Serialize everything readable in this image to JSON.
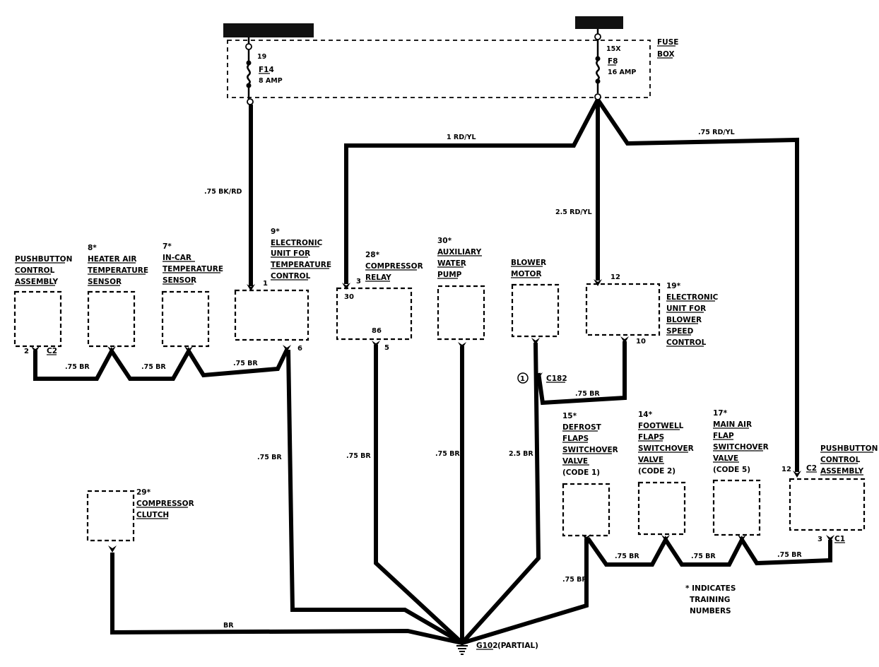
{
  "fuse_box": {
    "label_line1": "FUSE",
    "label_line2": "BOX",
    "left_fuse": {
      "terminal": "19",
      "name": "F14",
      "rating": "8 AMP"
    },
    "right_fuse": {
      "terminal": "15X",
      "name": "F8",
      "rating": "16 AMP"
    }
  },
  "wires": {
    "bk_rd": ".75 BK/RD",
    "rd_yl_1": "1 RD/YL",
    "rd_yl_075": ".75 RD/YL",
    "rd_yl_25": "2.5 RD/YL",
    "br_075": ".75 BR",
    "br_25": "2.5 BR",
    "br": "BR"
  },
  "components": {
    "pushbutton_left": {
      "line1": "PUSHBUTTON",
      "line2": "CONTROL",
      "line3": "ASSEMBLY",
      "pin": "2",
      "connector": "C2"
    },
    "heater_sensor": {
      "number": "8*",
      "line1": "HEATER AIR",
      "line2": "TEMPERATURE",
      "line3": "SENSOR"
    },
    "incar_sensor": {
      "number": "7*",
      "line1": "IN-CAR",
      "line2": "TEMPERATURE",
      "line3": "SENSOR"
    },
    "temp_unit": {
      "number": "9*",
      "line1": "ELECTRONIC",
      "line2": "UNIT FOR",
      "line3": "TEMPERATURE",
      "line4": "CONTROL",
      "pin_top": "1",
      "pin_bottom": "6"
    },
    "compressor_relay": {
      "number": "28*",
      "line1": "COMPRESSOR",
      "line2": "RELAY",
      "pin_top": "3",
      "inner_top": "30",
      "inner_bottom": "86",
      "pin_bottom": "5"
    },
    "water_pump": {
      "number": "30*",
      "line1": "AUXILIARY",
      "line2": "WATER",
      "line3": "PUMP"
    },
    "blower_motor": {
      "line1": "BLOWER",
      "line2": "MOTOR"
    },
    "blower_unit": {
      "number": "19*",
      "line1": "ELECTRONIC",
      "line2": "UNIT FOR",
      "line3": "BLOWER",
      "line4": "SPEED",
      "line5": "CONTROL",
      "pin_top": "12",
      "pin_bottom": "10"
    },
    "defrost_valve": {
      "number": "15*",
      "line1": "DEFROST",
      "line2": "FLAPS",
      "line3": "SWITCHOVER",
      "line4": "VALVE",
      "line5": "(CODE 1)"
    },
    "footwell_valve": {
      "number": "14*",
      "line1": "FOOTWELL",
      "line2": "FLAPS",
      "line3": "SWITCHOVER",
      "line4": "VALVE",
      "line5": "(CODE 2)"
    },
    "mainair_valve": {
      "number": "17*",
      "line1": "MAIN AIR",
      "line2": "FLAP",
      "line3": "SWITCHOVER",
      "line4": "VALVE",
      "line5": "(CODE 5)"
    },
    "pushbutton_right": {
      "line1": "PUSHBUTTON",
      "line2": "CONTROL",
      "line3": "ASSEMBLY",
      "pin_top": "12",
      "connector_top": "C2",
      "pin_bottom": "3",
      "connector_bottom": "C1"
    },
    "compressor_clutch": {
      "number": "29*",
      "line1": "COMPRESSOR",
      "line2": "CLUTCH"
    }
  },
  "connector_c182": {
    "marker": "1",
    "name": "C182"
  },
  "ground": {
    "name": "G102",
    "suffix": "(PARTIAL)"
  },
  "note": {
    "line1": "* INDICATES",
    "line2": "TRAINING",
    "line3": "NUMBERS"
  }
}
